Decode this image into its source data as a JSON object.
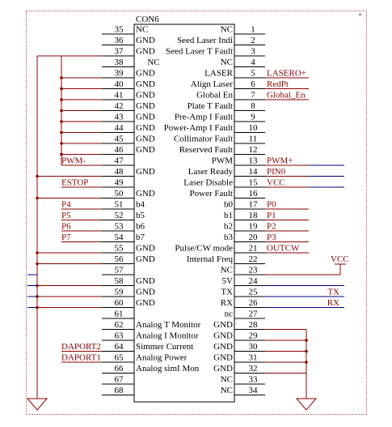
{
  "component": {
    "ref": "CON6"
  },
  "colors": {
    "wire": "#8b0000",
    "body": "#000000",
    "netlabel": "#8b0000",
    "bus": "#000080",
    "text": "#000000"
  },
  "left_pins": [
    {
      "num": "35",
      "name": "NC",
      "net": ""
    },
    {
      "num": "36",
      "name": "GND",
      "net": ""
    },
    {
      "num": "37",
      "name": "GND",
      "net": ""
    },
    {
      "num": "38",
      "name": "NC",
      "net": ""
    },
    {
      "num": "39",
      "name": "GND",
      "net": ""
    },
    {
      "num": "40",
      "name": "GND",
      "net": ""
    },
    {
      "num": "41",
      "name": "GND",
      "net": ""
    },
    {
      "num": "42",
      "name": "GND",
      "net": ""
    },
    {
      "num": "43",
      "name": "GND",
      "net": ""
    },
    {
      "num": "44",
      "name": "GND",
      "net": ""
    },
    {
      "num": "45",
      "name": "GND",
      "net": ""
    },
    {
      "num": "46",
      "name": "GND",
      "net": ""
    },
    {
      "num": "47",
      "name": "",
      "net": "PWM-"
    },
    {
      "num": "48",
      "name": "GND",
      "net": ""
    },
    {
      "num": "49",
      "name": "",
      "net": "ESTOP"
    },
    {
      "num": "50",
      "name": "GND",
      "net": ""
    },
    {
      "num": "51",
      "name": "b4",
      "net": "P4"
    },
    {
      "num": "52",
      "name": "b5",
      "net": "P5"
    },
    {
      "num": "53",
      "name": "b6",
      "net": "P6"
    },
    {
      "num": "54",
      "name": "b7",
      "net": "P7"
    },
    {
      "num": "55",
      "name": "GND",
      "net": ""
    },
    {
      "num": "56",
      "name": "GND",
      "net": ""
    },
    {
      "num": "57",
      "name": "",
      "net": ""
    },
    {
      "num": "58",
      "name": "GND",
      "net": ""
    },
    {
      "num": "59",
      "name": "GND",
      "net": ""
    },
    {
      "num": "60",
      "name": "GND",
      "net": ""
    },
    {
      "num": "61",
      "name": "",
      "net": ""
    },
    {
      "num": "62",
      "name": "Analog T Monitor",
      "net": ""
    },
    {
      "num": "63",
      "name": "Analog I Monitor",
      "net": ""
    },
    {
      "num": "64",
      "name": "Simmer Current",
      "net": "DAPORT2"
    },
    {
      "num": "65",
      "name": "Analog Power",
      "net": "DAPORT1"
    },
    {
      "num": "66",
      "name": "Analog simI Mon",
      "net": ""
    },
    {
      "num": "67",
      "name": "",
      "net": ""
    },
    {
      "num": "68",
      "name": "",
      "net": ""
    }
  ],
  "right_pins": [
    {
      "num": "1",
      "name": "NC",
      "net": ""
    },
    {
      "num": "2",
      "name": "Seed Laser Indi",
      "net": ""
    },
    {
      "num": "3",
      "name": "Seed Laser T Fault",
      "net": ""
    },
    {
      "num": "4",
      "name": "NC",
      "net": ""
    },
    {
      "num": "5",
      "name": "LASER",
      "net": "LASERO+"
    },
    {
      "num": "6",
      "name": "Align Laser",
      "net": "RedPt"
    },
    {
      "num": "7",
      "name": "Global En",
      "net": "Global_En"
    },
    {
      "num": "8",
      "name": "Plate T Fault",
      "net": ""
    },
    {
      "num": "9",
      "name": "Pre-Amp I Fault",
      "net": ""
    },
    {
      "num": "10",
      "name": "Power-Amp I Fault",
      "net": ""
    },
    {
      "num": "11",
      "name": "Collimator Fault",
      "net": ""
    },
    {
      "num": "12",
      "name": "Reserved Fault",
      "net": ""
    },
    {
      "num": "13",
      "name": "PWM",
      "net": "PWM+"
    },
    {
      "num": "14",
      "name": "Laser Ready",
      "net": "PIN0"
    },
    {
      "num": "15",
      "name": "Laser Disable",
      "net": "VCC"
    },
    {
      "num": "16",
      "name": "Power Fault",
      "net": ""
    },
    {
      "num": "17",
      "name": "b0",
      "net": "P0"
    },
    {
      "num": "18",
      "name": "b1",
      "net": "P1"
    },
    {
      "num": "19",
      "name": "b2",
      "net": "P2"
    },
    {
      "num": "20",
      "name": "b3",
      "net": "P3"
    },
    {
      "num": "21",
      "name": "Pulse/CW mode",
      "net": "OUTCW"
    },
    {
      "num": "22",
      "name": "Internal Freq",
      "net": ""
    },
    {
      "num": "23",
      "name": "NC",
      "net": ""
    },
    {
      "num": "24",
      "name": "5V",
      "net": ""
    },
    {
      "num": "25",
      "name": "TX",
      "net": "TX"
    },
    {
      "num": "26",
      "name": "RX",
      "net": "RX"
    },
    {
      "num": "27",
      "name": "nc",
      "net": ""
    },
    {
      "num": "28",
      "name": "GND",
      "net": ""
    },
    {
      "num": "29",
      "name": "GND",
      "net": ""
    },
    {
      "num": "30",
      "name": "GND",
      "net": ""
    },
    {
      "num": "31",
      "name": "GND",
      "net": ""
    },
    {
      "num": "32",
      "name": "GND",
      "net": ""
    },
    {
      "num": "33",
      "name": "NC",
      "net": ""
    },
    {
      "num": "34",
      "name": "NC",
      "net": ""
    }
  ],
  "power_labels": {
    "vcc": "VCC"
  }
}
